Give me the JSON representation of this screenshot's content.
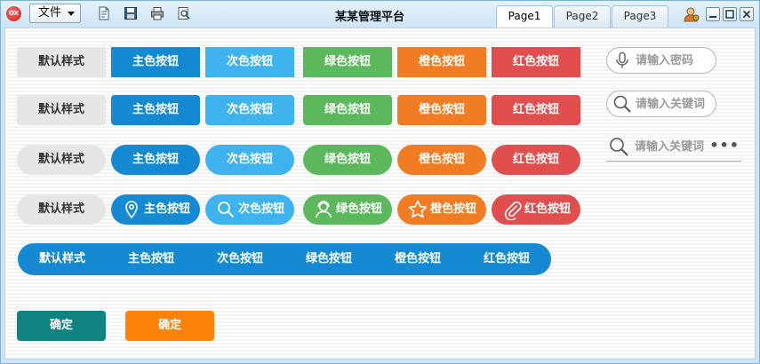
{
  "window": {
    "app_icon_text": "OX",
    "file_menu_label": "文件",
    "title": "某某管理平台",
    "tabs": [
      {
        "label": "Page1",
        "active": true
      },
      {
        "label": "Page2",
        "active": false
      },
      {
        "label": "Page3",
        "active": false
      }
    ]
  },
  "button_rows": [
    {
      "style": "square",
      "buttons": [
        {
          "label": "默认样式",
          "variant": "default"
        },
        {
          "label": "主色按钮",
          "variant": "primary"
        },
        {
          "label": "次色按钮",
          "variant": "secondary"
        },
        {
          "label": "绿色按钮",
          "variant": "green"
        },
        {
          "label": "橙色按钮",
          "variant": "orange"
        },
        {
          "label": "红色按钮",
          "variant": "red"
        }
      ]
    },
    {
      "style": "slight-rounded",
      "buttons": [
        {
          "label": "默认样式",
          "variant": "default"
        },
        {
          "label": "主色按钮",
          "variant": "primary"
        },
        {
          "label": "次色按钮",
          "variant": "secondary"
        },
        {
          "label": "绿色按钮",
          "variant": "green"
        },
        {
          "label": "橙色按钮",
          "variant": "orange"
        },
        {
          "label": "红色按钮",
          "variant": "red"
        }
      ]
    },
    {
      "style": "pill",
      "buttons": [
        {
          "label": "默认样式",
          "variant": "default"
        },
        {
          "label": "主色按钮",
          "variant": "primary"
        },
        {
          "label": "次色按钮",
          "variant": "secondary"
        },
        {
          "label": "绿色按钮",
          "variant": "green"
        },
        {
          "label": "橙色按钮",
          "variant": "orange"
        },
        {
          "label": "红色按钮",
          "variant": "red"
        }
      ]
    },
    {
      "style": "pill-icon",
      "buttons": [
        {
          "label": "默认样式",
          "variant": "default",
          "icon": ""
        },
        {
          "label": "主色按钮",
          "variant": "primary",
          "icon": "location-pin-icon"
        },
        {
          "label": "次色按钮",
          "variant": "secondary",
          "icon": "search-icon"
        },
        {
          "label": "绿色按钮",
          "variant": "green",
          "icon": "user-support-icon"
        },
        {
          "label": "橙色按钮",
          "variant": "orange",
          "icon": "star-icon"
        },
        {
          "label": "红色按钮",
          "variant": "red",
          "icon": "paperclip-icon"
        }
      ]
    }
  ],
  "segmented": {
    "items": [
      "默认样式",
      "主色按钮",
      "次色按钮",
      "绿色按钮",
      "橙色按钮",
      "红色按钮"
    ]
  },
  "confirm_buttons": [
    {
      "label": "确定",
      "color": "#0f8380"
    },
    {
      "label": "确定",
      "color": "#fc8209"
    }
  ],
  "inputs": {
    "password": {
      "placeholder": "请输入密码",
      "icon": "microphone-icon"
    },
    "keyword_rounded": {
      "placeholder": "请输入关键词",
      "icon": "search-icon"
    },
    "keyword_flat": {
      "placeholder": "请输入关键词",
      "icon": "search-icon",
      "more_label": "•••"
    }
  },
  "colors": {
    "default": "#e6e6e6",
    "primary": "#1589d2",
    "secondary": "#3fb3ee",
    "green": "#5cb85c",
    "orange": "#f07d23",
    "red": "#e04e4d"
  }
}
